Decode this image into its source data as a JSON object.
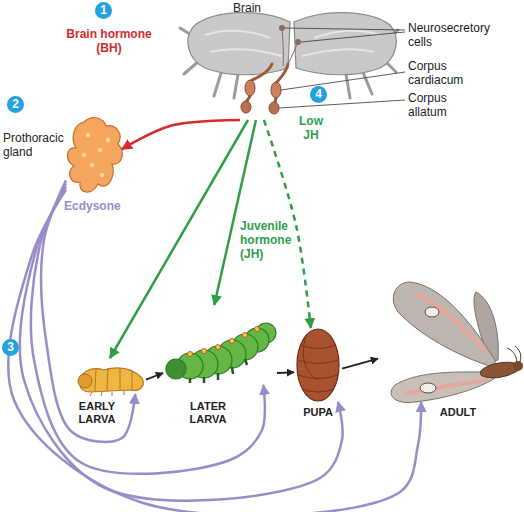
{
  "diagram": {
    "nodes": [
      {
        "text": [
          "Brain"
        ]
      },
      {
        "text": [
          "Prothoracic gland",
          "Ecdysone"
        ]
      },
      {
        "text": [
          "EARLY LARVA"
        ]
      },
      {
        "text": [
          "LATER LARVA"
        ]
      },
      {
        "text": [
          "PUPA"
        ]
      },
      {
        "text": [
          "ADULT"
        ]
      }
    ],
    "edges": [
      {
        "from": 0,
        "to": 1,
        "arrow": "to",
        "label": "Brain hormone (BH)"
      },
      {
        "from": 0,
        "to": 2,
        "arrow": "to"
      },
      {
        "from": 0,
        "to": 3,
        "arrow": "to",
        "label": "Juvenile hormone (JH)"
      },
      {
        "from": 0,
        "to": 4,
        "arrow": "to",
        "label": "Low JH"
      },
      {
        "from": 1,
        "to": 2,
        "arrow": "to"
      },
      {
        "from": 1,
        "to": 3,
        "arrow": "to"
      },
      {
        "from": 1,
        "to": 4,
        "arrow": "to"
      },
      {
        "from": 1,
        "to": 5,
        "arrow": "to"
      },
      {
        "from": 2,
        "to": 3,
        "arrow": "to"
      },
      {
        "from": 3,
        "to": 4,
        "arrow": "to"
      },
      {
        "from": 4,
        "to": 5,
        "arrow": "to"
      }
    ],
    "labels": [
      "1",
      "2",
      "3",
      "4",
      "Neurosecretory cells",
      "Corpus cardiacum",
      "Corpus allatum"
    ]
  }
}
